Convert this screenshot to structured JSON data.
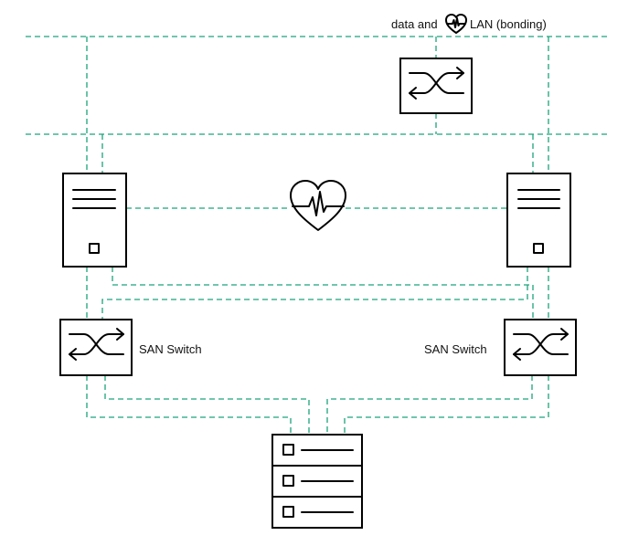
{
  "colors": {
    "network_line": "#1aa37a",
    "outline": "#000000",
    "background": "#ffffff"
  },
  "labels": {
    "lan_prefix": "data and",
    "lan_suffix": "LAN (bonding)",
    "san_switch_left": "SAN Switch",
    "san_switch_right": "SAN Switch"
  },
  "icons": {
    "lan_label_icon": "heartbeat-icon",
    "heartbeat_link": "heartbeat-icon",
    "lan_switch": "switch-arrows-icon",
    "server": "server-tower-icon",
    "storage": "storage-array-icon"
  }
}
